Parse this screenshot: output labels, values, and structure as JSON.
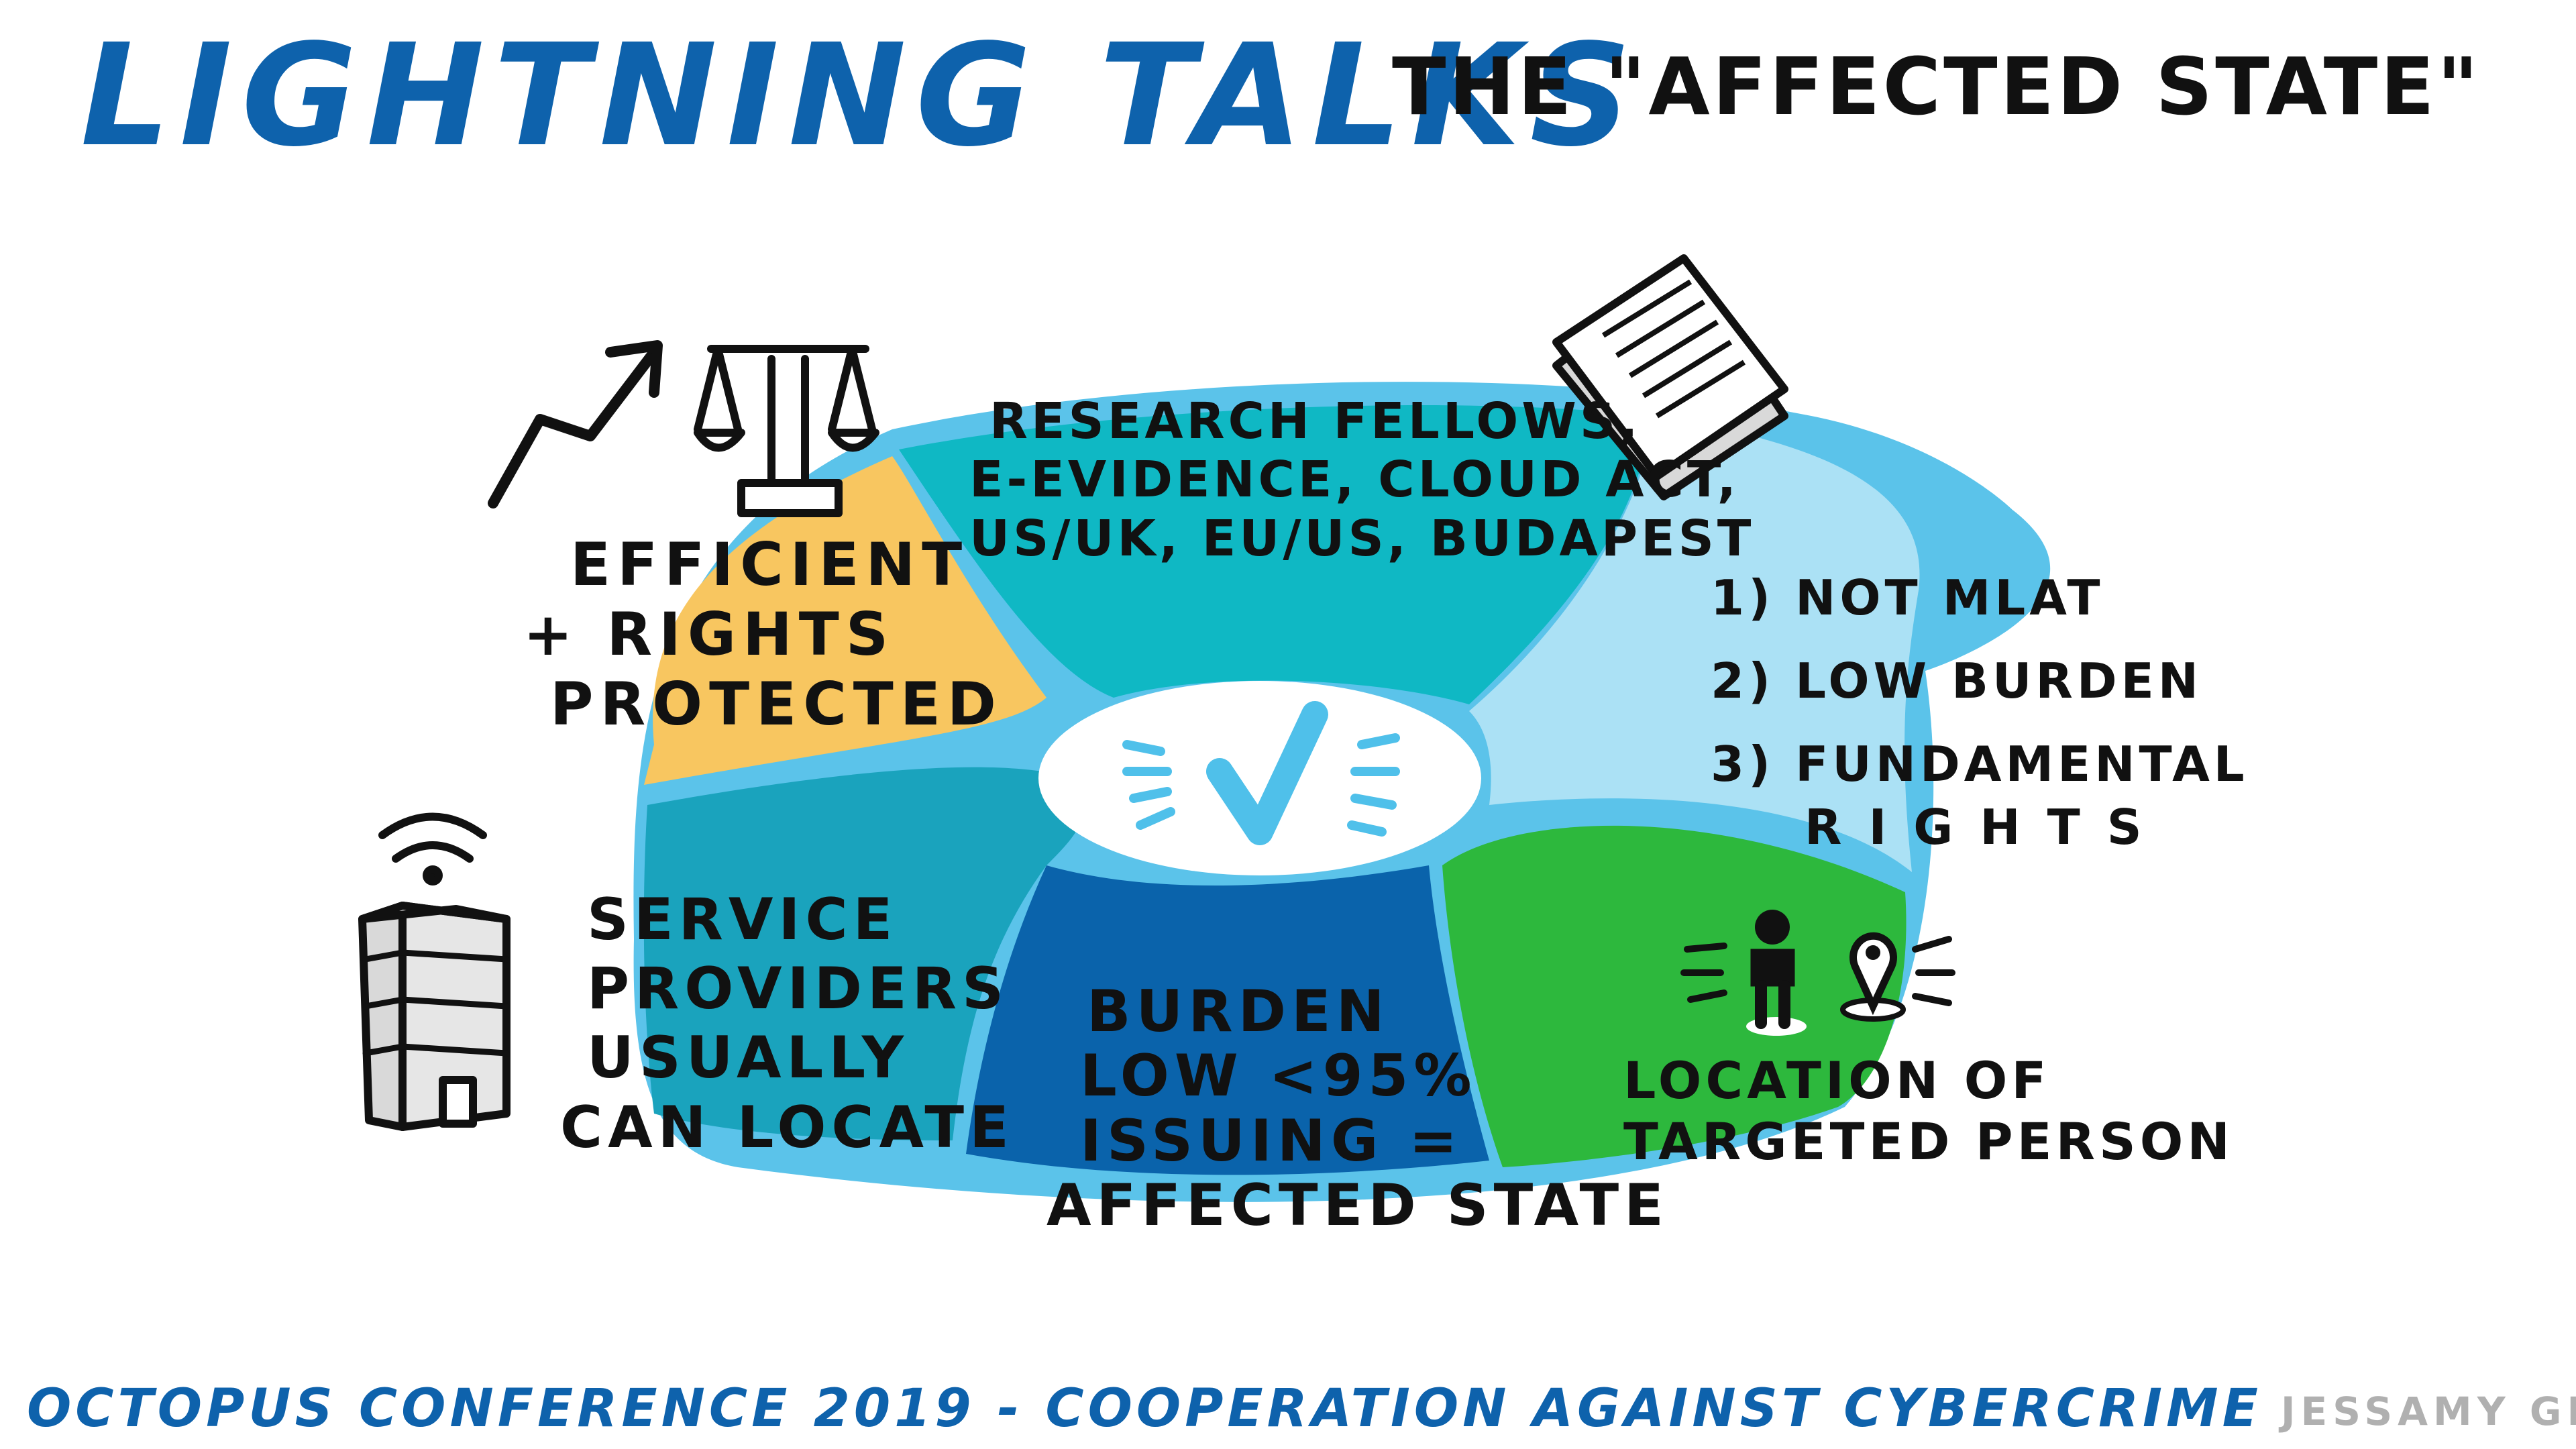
{
  "header": {
    "title": "LIGHTNING TALKS",
    "subtitle": "THE \"AFFECTED STATE\""
  },
  "segments": {
    "top_left": [
      "EFFICIENT",
      "+ RIGHTS",
      "PROTECTED"
    ],
    "top_center": [
      "RESEARCH FELLOWS,",
      "E-EVIDENCE, CLOUD ACT,",
      "US/UK, EU/US, BUDAPEST"
    ],
    "right": [
      "1) NOT MLAT",
      "2) LOW BURDEN",
      "3) FUNDAMENTAL",
      "RIGHTS"
    ],
    "left": [
      "SERVICE",
      "PROVIDERS",
      "USUALLY",
      "CAN LOCATE"
    ],
    "bottom_center": [
      "BURDEN",
      "LOW <95%",
      "ISSUING =",
      "AFFECTED STATE"
    ],
    "bottom_right": [
      "LOCATION OF",
      "TARGETED PERSON"
    ]
  },
  "footer": {
    "event": "OCTOPUS CONFERENCE 2019 - COOPERATION AGAINST CYBERCRIME",
    "artist": "JESSAMY GEE"
  },
  "colors": {
    "title_blue": "#0e62ac",
    "ring_blue": "#5bc3ea",
    "segment_yellow": "#f8c660",
    "segment_teal": "#0fb8c4",
    "segment_pale_blue": "#abe1f5",
    "segment_green": "#2db83d",
    "segment_dark_blue": "#0a63ab",
    "segment_mid_teal": "#1aa3bd",
    "check_blue": "#4fc0ea"
  },
  "icons": [
    "trend-arrow-icon",
    "scales-of-justice-icon",
    "documents-icon",
    "building-wifi-icon",
    "person-icon",
    "location-pin-icon",
    "checkmark-icon"
  ]
}
